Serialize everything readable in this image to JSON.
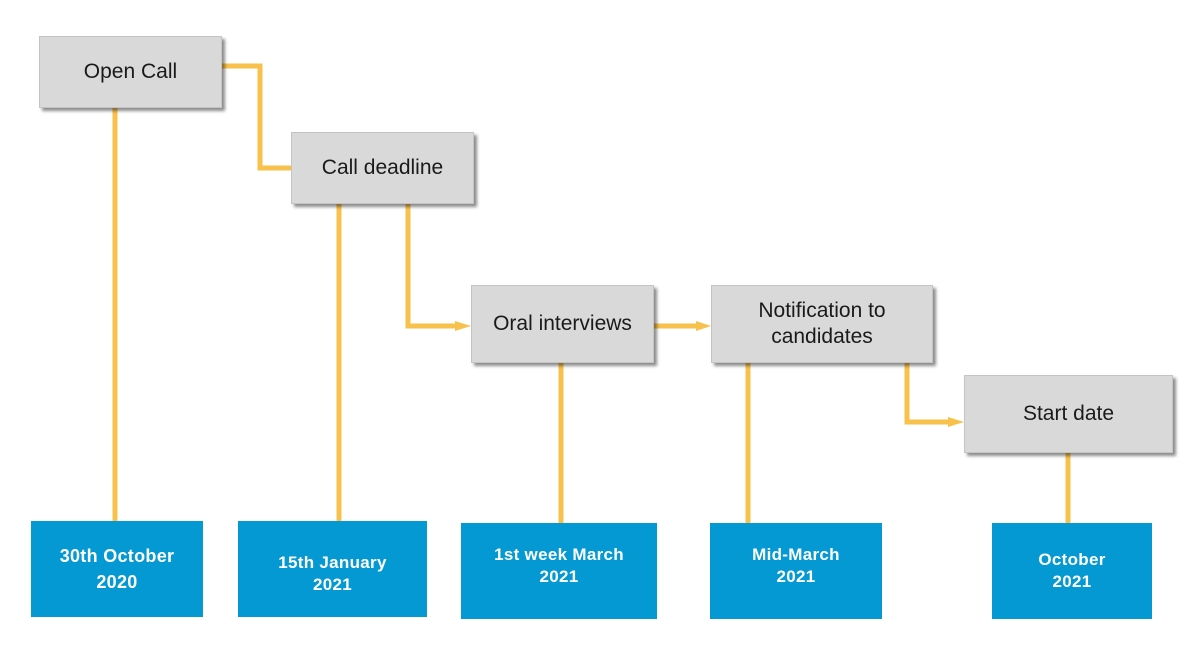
{
  "colors": {
    "connector": "#f7c14c",
    "step_box": "#d9d9d9",
    "date_box": "#0499d3",
    "date_text": "#ffffff"
  },
  "steps": [
    {
      "label": "Open Call"
    },
    {
      "label": "Call deadline"
    },
    {
      "label": "Oral interviews"
    },
    {
      "label": "Notification to\ncandidates"
    },
    {
      "label": "Start date"
    }
  ],
  "dates": [
    {
      "label": "30th October\n2020"
    },
    {
      "label": "15th January\n2021"
    },
    {
      "label": "1st week March\n2021"
    },
    {
      "label": "Mid-March\n2021"
    },
    {
      "label": "October\n2021"
    }
  ]
}
